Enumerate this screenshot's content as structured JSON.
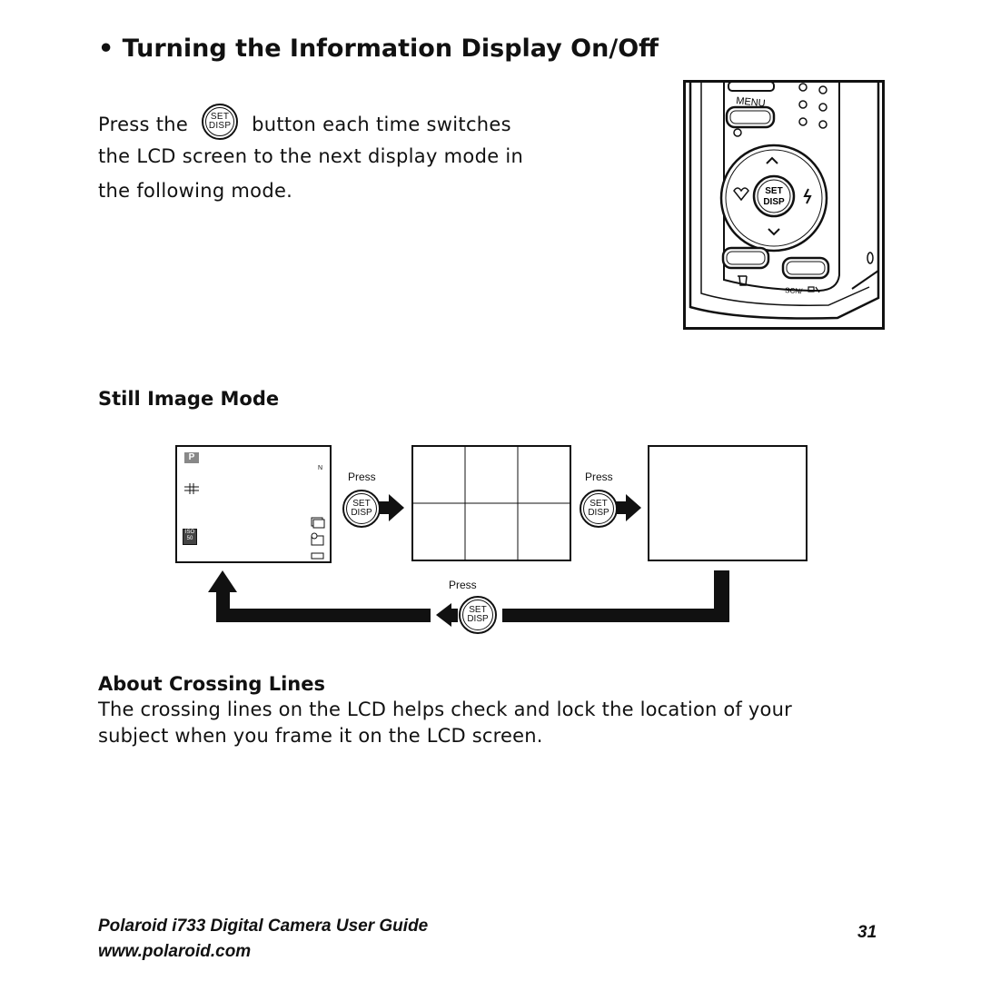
{
  "heading": "• Turning the Information Display On/Off",
  "intro": {
    "line1_a": "Press  the",
    "line1_b": "button  each  time  switches",
    "line2": "the LCD screen to the next display mode in",
    "line3": "the following mode."
  },
  "set_button": {
    "line1": "SET",
    "line2": "DISP"
  },
  "camera": {
    "menu_label": "MENU",
    "center_line1": "SET",
    "center_line2": "DISP",
    "scn_label": "SCN/"
  },
  "still_mode": {
    "heading": "Still Image Mode",
    "press_label": "Press",
    "screen1": {
      "mode_icon": "P",
      "iso_line1": "ISO",
      "iso_line2": "50",
      "size_label": "N"
    }
  },
  "crossing": {
    "heading": "About Crossing Lines",
    "line1": "The crossing lines on the LCD helps check and lock the location of your",
    "line2": "subject when you frame it on the LCD screen."
  },
  "footer": {
    "guide_title": "Polaroid i733 Digital Camera User Guide",
    "url": "www.polaroid.com",
    "page_number": "31"
  }
}
